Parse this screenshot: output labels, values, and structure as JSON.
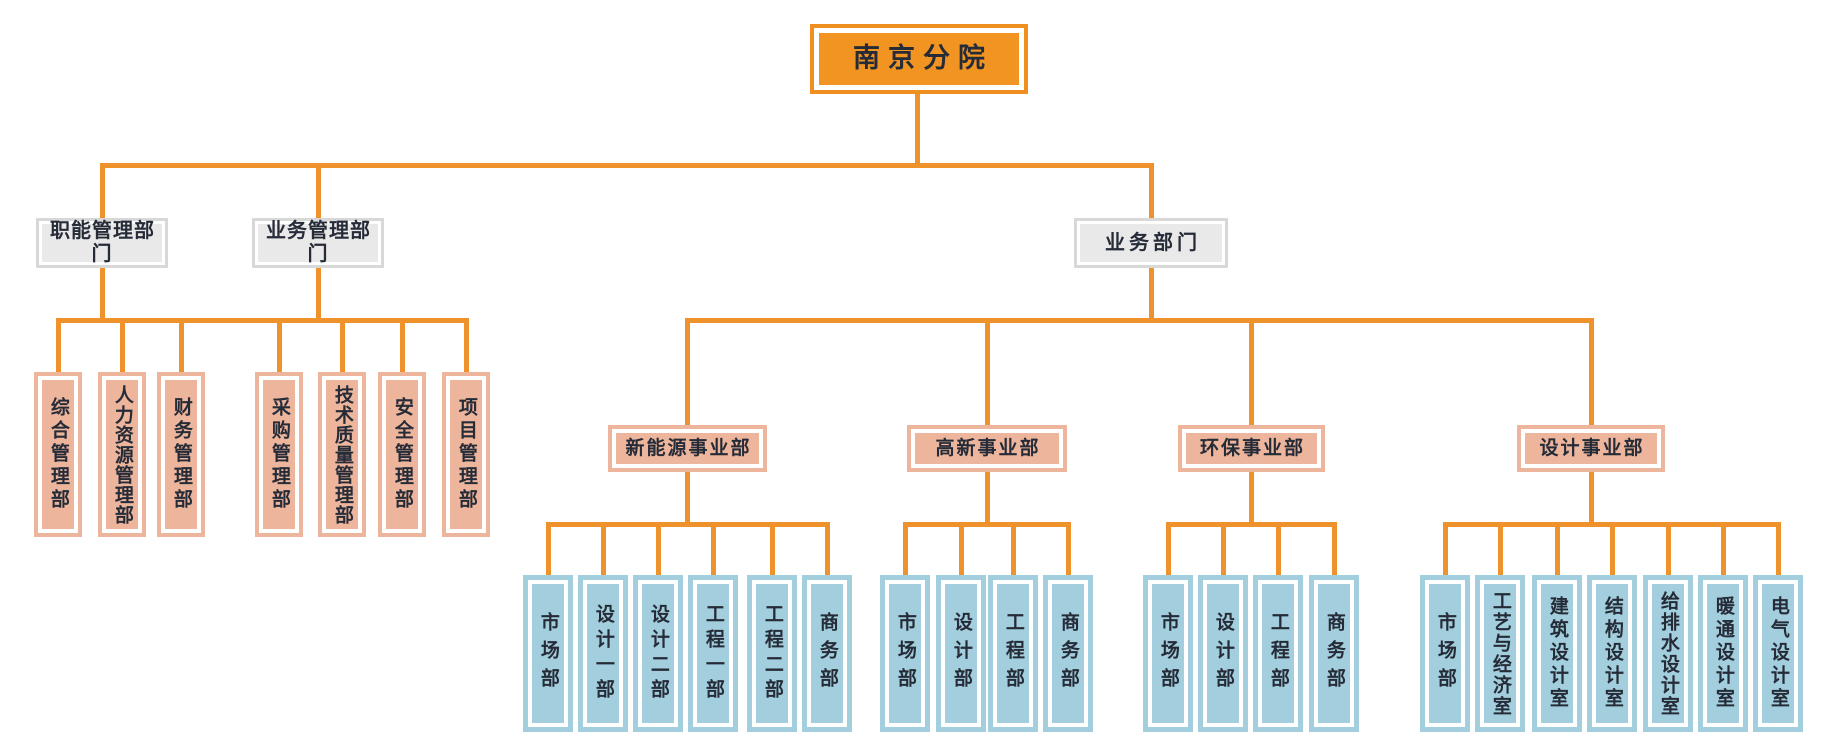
{
  "colors": {
    "connector": "#F0922C",
    "root_fill": "#F29421",
    "root_border": "#EF8F1F",
    "dept_fill": "#E9E9E9",
    "dept_border": "#D8D8D8",
    "salmon": "#ECB59C",
    "blue": "#A2CEDD",
    "text": "#262B38"
  },
  "org": {
    "root": {
      "label": "南京分院"
    },
    "branches": [
      {
        "label": "职能管理部门",
        "children": [
          {
            "label": "综合管理部"
          },
          {
            "label": "人力资源管理部"
          },
          {
            "label": "财务管理部"
          }
        ]
      },
      {
        "label": "业务管理部门",
        "children": [
          {
            "label": "采购管理部"
          },
          {
            "label": "技术质量管理部"
          },
          {
            "label": "安全管理部"
          },
          {
            "label": "项目管理部"
          }
        ]
      },
      {
        "label": "业务部门",
        "divisions": [
          {
            "label": "新能源事业部",
            "children": [
              {
                "label": "市场部"
              },
              {
                "label": "设计一部"
              },
              {
                "label": "设计二部"
              },
              {
                "label": "工程一部"
              },
              {
                "label": "工程二部"
              },
              {
                "label": "商务部"
              }
            ]
          },
          {
            "label": "高新事业部",
            "children": [
              {
                "label": "市场部"
              },
              {
                "label": "设计部"
              },
              {
                "label": "工程部"
              },
              {
                "label": "商务部"
              }
            ]
          },
          {
            "label": "环保事业部",
            "children": [
              {
                "label": "市场部"
              },
              {
                "label": "设计部"
              },
              {
                "label": "工程部"
              },
              {
                "label": "商务部"
              }
            ]
          },
          {
            "label": "设计事业部",
            "children": [
              {
                "label": "市场部"
              },
              {
                "label": "工艺与经济室"
              },
              {
                "label": "建筑设计室"
              },
              {
                "label": "结构设计室"
              },
              {
                "label": "给排水设计室"
              },
              {
                "label": "暖通设计室"
              },
              {
                "label": "电气设计室"
              }
            ]
          }
        ]
      }
    ]
  }
}
